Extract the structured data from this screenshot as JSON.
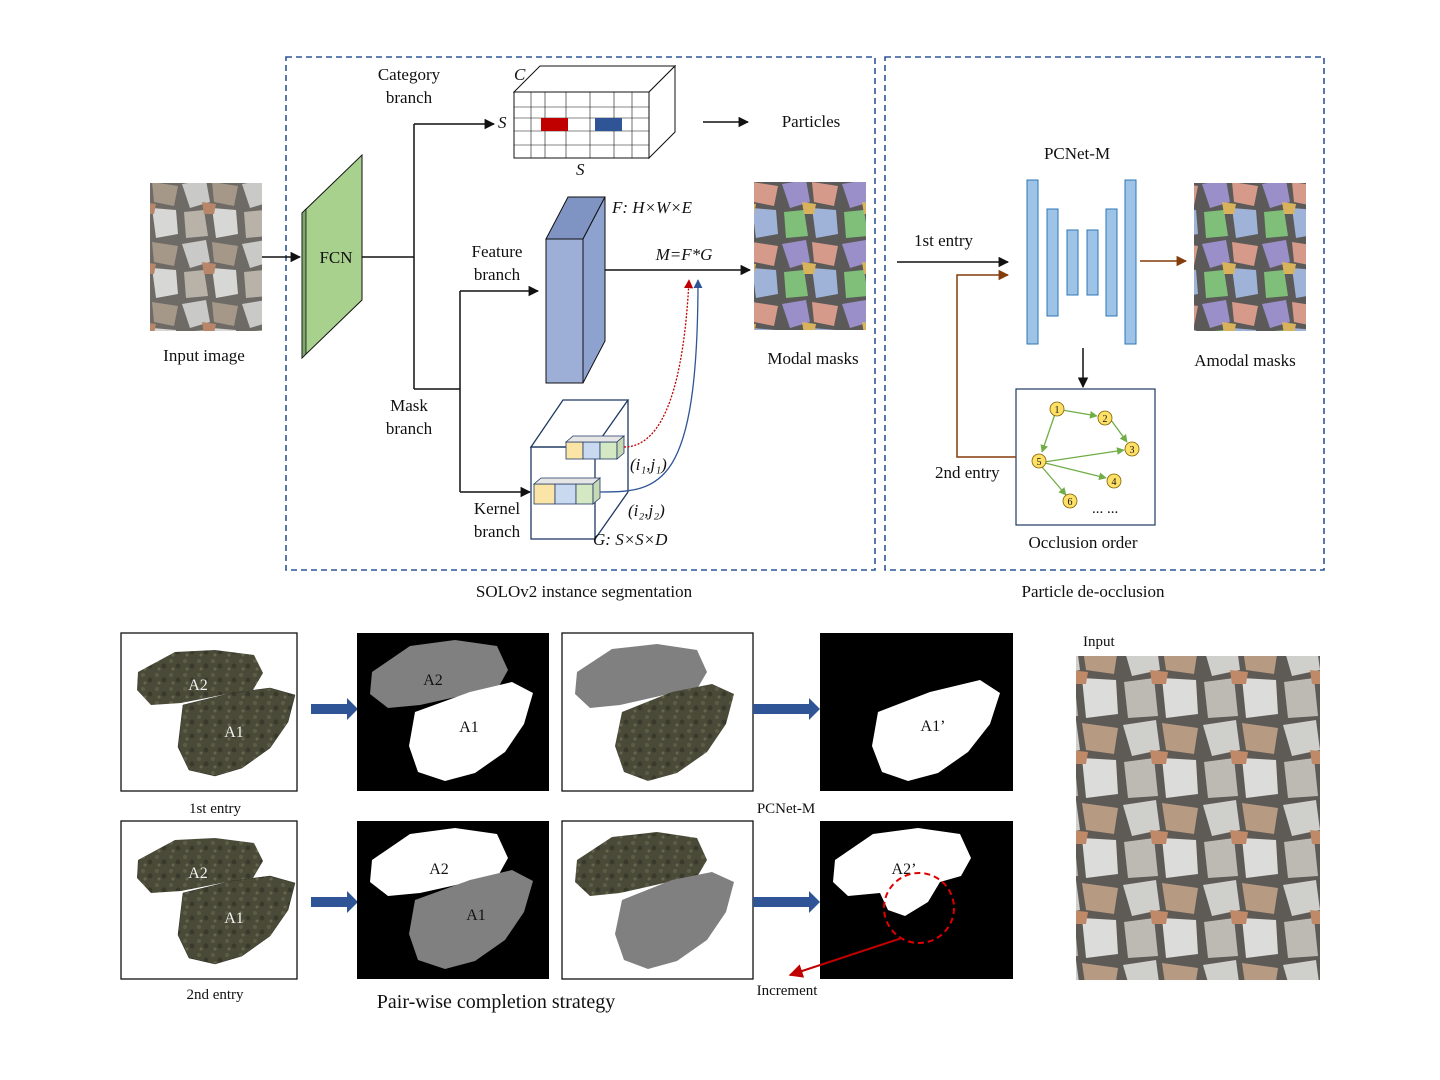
{
  "top": {
    "input_label": "Input image",
    "fcn_label": "FCN",
    "category_branch": [
      "Category",
      "branch"
    ],
    "grid_C": "C",
    "grid_S_left": "S",
    "grid_S_bottom": "S",
    "particles_label": "Particles",
    "feature_branch": [
      "Feature",
      "branch"
    ],
    "F_label": "F: H×W×E",
    "M_label": "M=F*G",
    "mask_branch": [
      "Mask",
      "branch"
    ],
    "kernel_branch": [
      "Kernel",
      "branch"
    ],
    "ij1_label": "(i₁,j₁)",
    "ij2_label": "(i₂,j₂)",
    "G_label": "G: S×S×D",
    "modal_masks_label": "Modal masks",
    "solo_caption": "SOLOv2 instance segmentation",
    "pcnet_label": "PCNet-M",
    "first_entry": "1st entry",
    "second_entry": "2nd entry",
    "amodal_masks_label": "Amodal masks",
    "occlusion_order_label": "Occlusion order",
    "occlusion_nodes": [
      "1",
      "2",
      "3",
      "4",
      "5",
      "6"
    ],
    "occlusion_ellipsis": "... ...",
    "deocclusion_caption": "Particle de-occlusion"
  },
  "bottom": {
    "row1_entry_label": "1st entry",
    "row2_entry_label": "2nd entry",
    "pcnet_label": "PCNet-M",
    "a1": "A1",
    "a2": "A2",
    "a1_prime": "A1’",
    "a2_prime": "A2’",
    "increment_label": "Increment",
    "strategy_caption": "Pair-wise completion strategy",
    "input_label": "Input"
  },
  "colors": {
    "dashed_box": "#2f5597",
    "fcn_green": "#a9d18e",
    "feature_blue": "#9dafd6",
    "pcnet_blue": "#9dc3e6",
    "category_red": "#c00000",
    "category_blue": "#2f5597",
    "brown_arrow": "#843c0c",
    "red_arrow": "#c00000",
    "node_yellow": "#ffe066",
    "graph_green": "#70ad47",
    "mask_gray": "#808080"
  }
}
